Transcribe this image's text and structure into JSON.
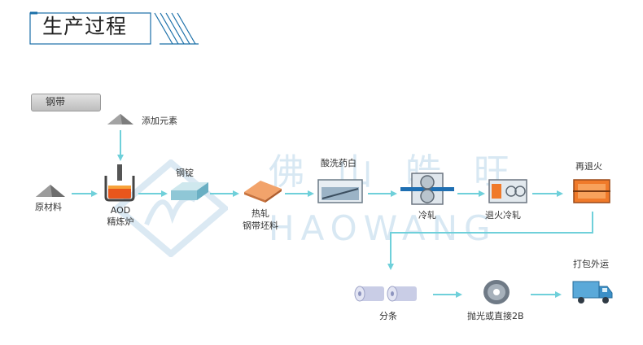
{
  "title": "生产过程",
  "steel_strip_tag": "钢带",
  "watermark": {
    "cn": "佛山皓旺",
    "en": "HAOWANG"
  },
  "steps": {
    "add_elements": "添加元素",
    "raw_material": "原材料",
    "aod_line1": "AOD",
    "aod_line2": "精炼炉",
    "ingot": "钢锭",
    "hot_roll_line1": "热轧",
    "hot_roll_line2": "钢带坯料",
    "pickling": "酸洗药白",
    "cold_roll": "冷轧",
    "anneal_cold_roll": "退火冷轧",
    "re_anneal": "再退火",
    "slitting": "分条",
    "polish": "抛光或直接2B",
    "package": "打包外运"
  },
  "colors": {
    "arrow": "#6fd0da",
    "furnace": "#e8561c",
    "roller": "#1f6fb2",
    "box_orange": "#f07a2a",
    "title_accent": "#1a6fa8"
  }
}
